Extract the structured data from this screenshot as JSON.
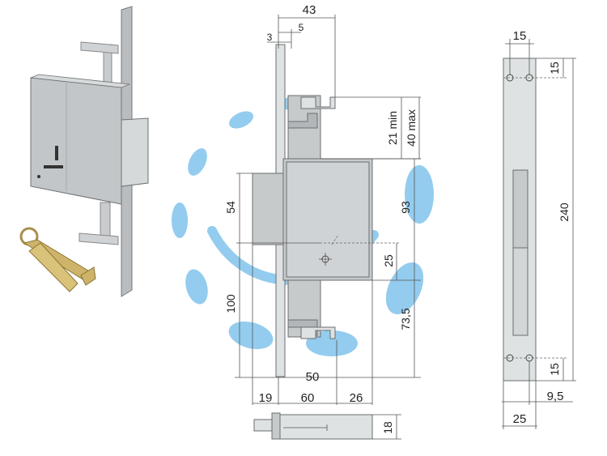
{
  "dimensions": {
    "d43": "43",
    "d3": "3",
    "d5": "5",
    "d21min": "21 min",
    "d40max": "40 max",
    "d54": "54",
    "d93": "93",
    "d25": "25",
    "d100": "100",
    "d73_5": "73,5",
    "d50": "50",
    "d19": "19",
    "d60": "60",
    "d26": "26",
    "d18": "18"
  },
  "plate_dimensions": {
    "d15_top": "15",
    "d15_right_top": "15",
    "d240": "240",
    "d15_right_bottom": "15",
    "d9_5": "9,5",
    "d25": "25"
  },
  "colors": {
    "watermark": "#3aa3e0",
    "metal": "#c6cacb"
  }
}
